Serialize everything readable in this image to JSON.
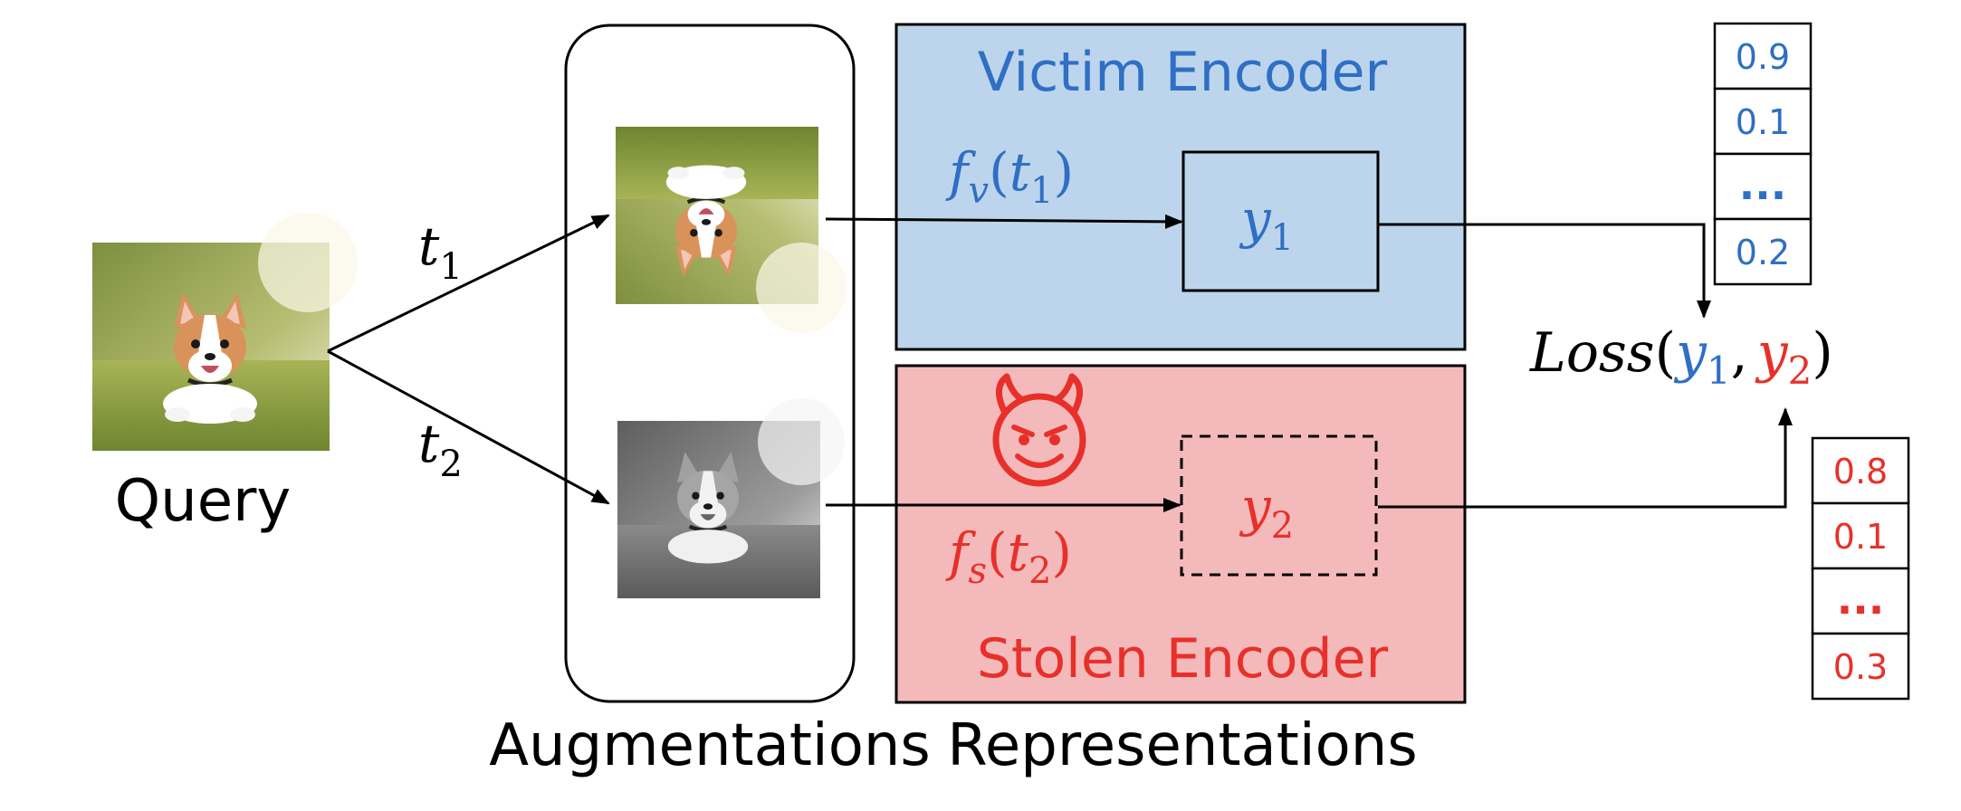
{
  "colors": {
    "blue": "#2F6FC4",
    "red": "#E8302A",
    "victim_fill": "#BDD5EC",
    "stolen_fill": "#F4BABB",
    "grass": "#9BAA4A",
    "dog": "#D9925A"
  },
  "query": {
    "label": "Query"
  },
  "transforms": {
    "t1": {
      "base": "t",
      "sub": "1"
    },
    "t2": {
      "base": "t",
      "sub": "2"
    }
  },
  "augmentations": {
    "label": "Augmentations"
  },
  "representations": {
    "label": "Representations"
  },
  "victim": {
    "title": "Victim Encoder",
    "func": {
      "f": "f",
      "fsub": "v",
      "open": "(",
      "t": "t",
      "tsub": "1",
      "close": ")"
    },
    "output": {
      "base": "y",
      "sub": "1"
    }
  },
  "stolen": {
    "title": "Stolen Encoder",
    "icon": "devil-face-icon",
    "func": {
      "f": "f",
      "fsub": "s",
      "open": "(",
      "t": "t",
      "tsub": "2",
      "close": ")"
    },
    "output": {
      "base": "y",
      "sub": "2"
    }
  },
  "loss": {
    "name": "Loss",
    "open": "(",
    "y1": "y",
    "y1sub": "1",
    "comma": ",",
    "y2": "y",
    "y2sub": "2",
    "close": ")"
  },
  "vector_victim": [
    "0.9",
    "0.1",
    "...",
    "0.2"
  ],
  "vector_stolen": [
    "0.8",
    "0.1",
    "...",
    "0.3"
  ]
}
